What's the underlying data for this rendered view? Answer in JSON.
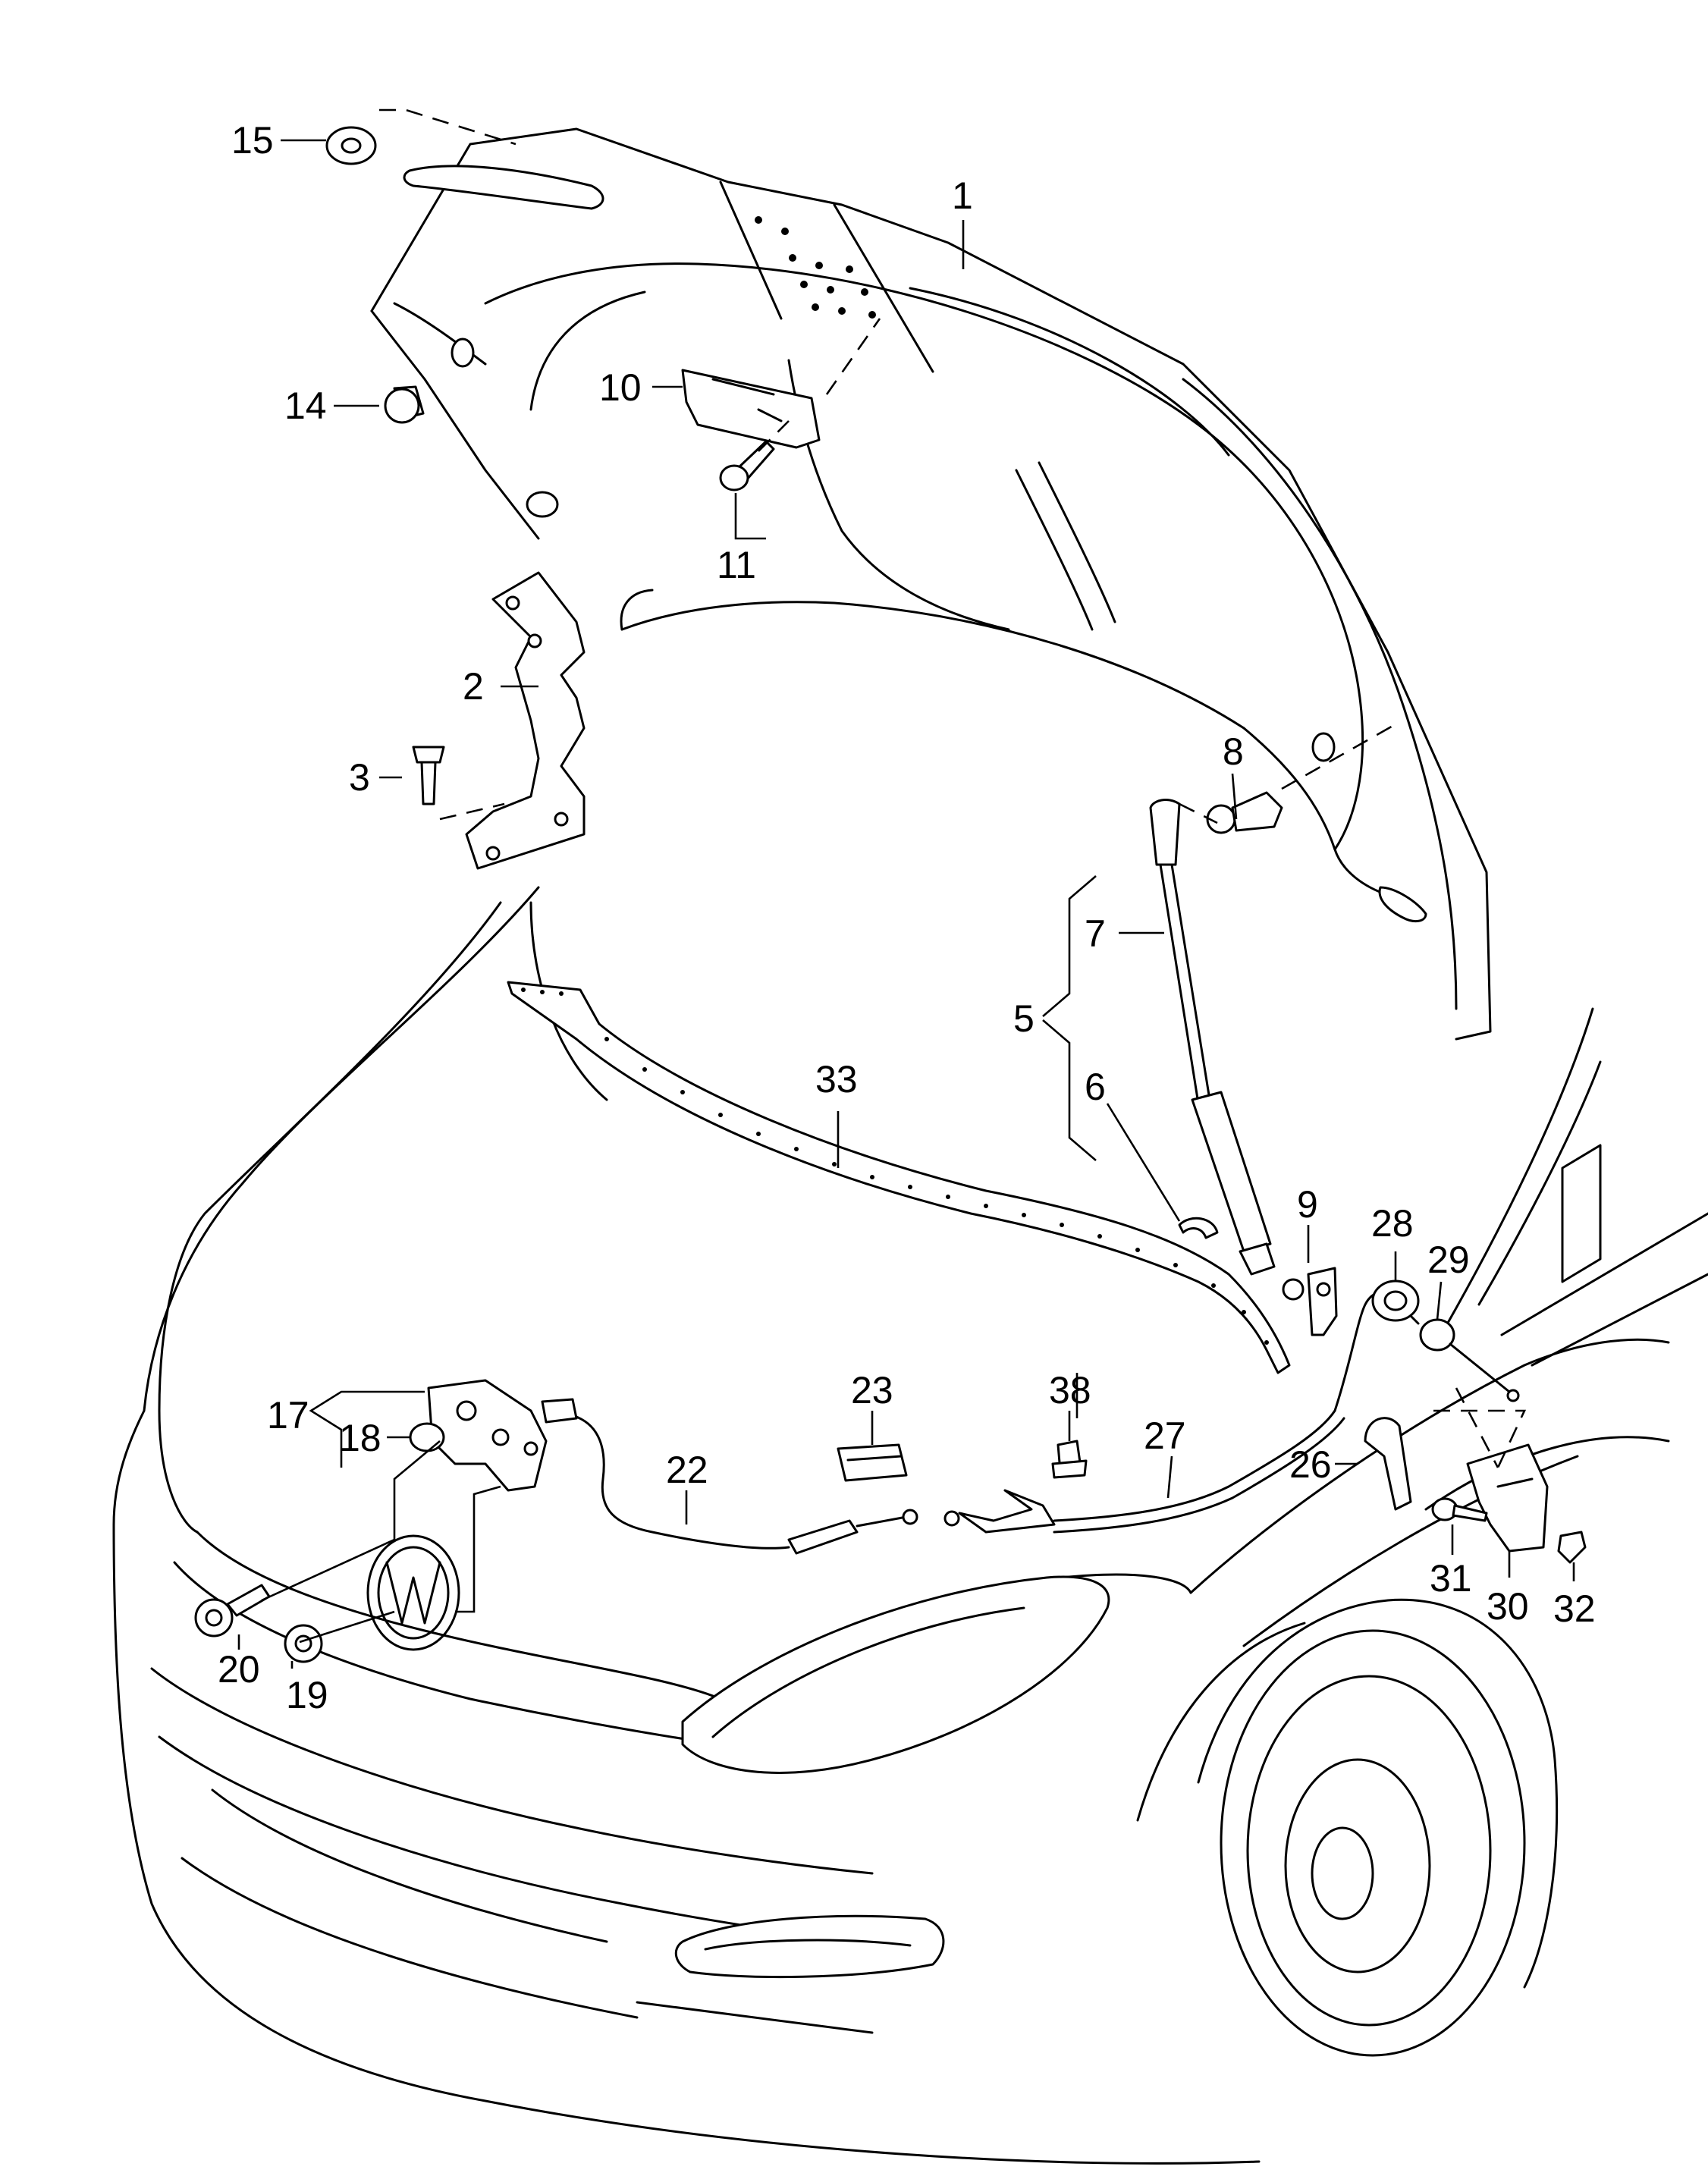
{
  "callouts": [
    {
      "id": "c1",
      "label": "1"
    },
    {
      "id": "c2",
      "label": "2"
    },
    {
      "id": "c3",
      "label": "3"
    },
    {
      "id": "c5",
      "label": "5"
    },
    {
      "id": "c6",
      "label": "6"
    },
    {
      "id": "c7",
      "label": "7"
    },
    {
      "id": "c8",
      "label": "8"
    },
    {
      "id": "c9",
      "label": "9"
    },
    {
      "id": "c10",
      "label": "10"
    },
    {
      "id": "c11",
      "label": "11"
    },
    {
      "id": "c14",
      "label": "14"
    },
    {
      "id": "c15",
      "label": "15"
    },
    {
      "id": "c17",
      "label": "17"
    },
    {
      "id": "c18",
      "label": "18"
    },
    {
      "id": "c19",
      "label": "19"
    },
    {
      "id": "c20",
      "label": "20"
    },
    {
      "id": "c22",
      "label": "22"
    },
    {
      "id": "c23",
      "label": "23"
    },
    {
      "id": "c26",
      "label": "26"
    },
    {
      "id": "c27",
      "label": "27"
    },
    {
      "id": "c28",
      "label": "28"
    },
    {
      "id": "c29",
      "label": "29"
    },
    {
      "id": "c30",
      "label": "30"
    },
    {
      "id": "c31",
      "label": "31"
    },
    {
      "id": "c32",
      "label": "32"
    },
    {
      "id": "c33",
      "label": "33"
    },
    {
      "id": "c38",
      "label": "38"
    }
  ]
}
